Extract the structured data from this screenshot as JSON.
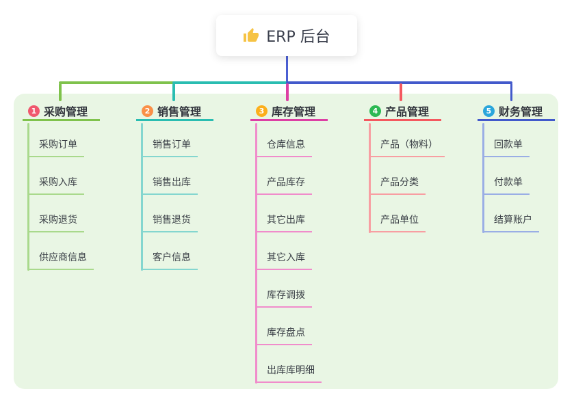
{
  "root": {
    "icon": "thumbs-up",
    "title": "ERP 后台"
  },
  "colors": {
    "canvas_bg": "#ffffff",
    "panel_bg": "#e9f6e4",
    "root_card_bg": "#ffffff",
    "root_connector": "#4b5fd3",
    "icon_color": "#f6c344",
    "text_primary": "#33373f"
  },
  "branches": [
    {
      "number": "1",
      "label": "采购管理",
      "badge_color": "#f0586e",
      "line_color": "#7fc24c",
      "child_line_color": "#a9d98c",
      "children": [
        "采购订单",
        "采购入库",
        "采购退货",
        "供应商信息"
      ]
    },
    {
      "number": "2",
      "label": "销售管理",
      "badge_color": "#fa9048",
      "line_color": "#2abdb1",
      "child_line_color": "#84d6cf",
      "children": [
        "销售订单",
        "销售出库",
        "销售退货",
        "客户信息"
      ]
    },
    {
      "number": "3",
      "label": "库存管理",
      "badge_color": "#fcaf1b",
      "line_color": "#dd3fa4",
      "child_line_color": "#f08ccb",
      "children": [
        "仓库信息",
        "产品库存",
        "其它出库",
        "其它入库",
        "库存调拨",
        "库存盘点",
        "出库库明细"
      ]
    },
    {
      "number": "4",
      "label": "产品管理",
      "badge_color": "#2cb953",
      "line_color": "#f4585f",
      "child_line_color": "#f89ea2",
      "children": [
        "产品（物料）",
        "产品分类",
        "产品单位"
      ]
    },
    {
      "number": "5",
      "label": "财务管理",
      "badge_color": "#2aa6db",
      "line_color": "#4259cb",
      "child_line_color": "#9aaee5",
      "children": [
        "回款单",
        "付款单",
        "结算账户"
      ]
    }
  ]
}
